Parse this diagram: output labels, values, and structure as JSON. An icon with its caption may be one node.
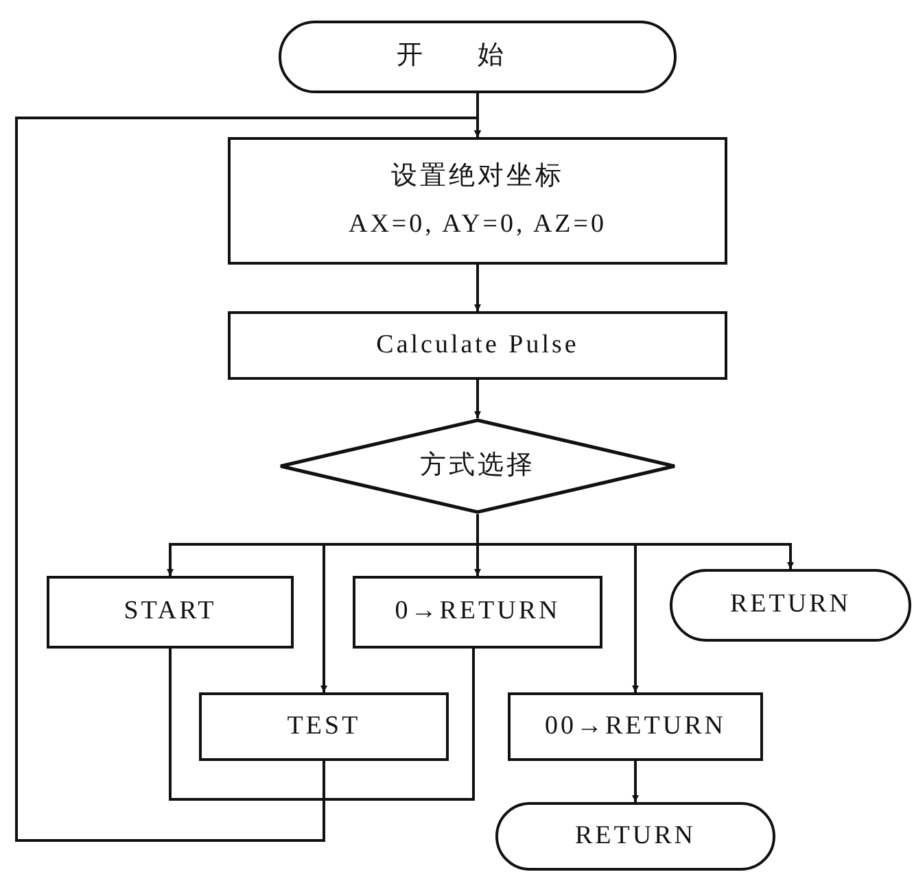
{
  "diagram": {
    "nodes": [
      {
        "text": [
          "开始"
        ]
      },
      {
        "text": [
          "设置绝对坐标",
          "AX=0, AY=0, AZ=0"
        ]
      },
      {
        "text": [
          "Calculate Pulse"
        ]
      },
      {
        "text": [
          "方式选择"
        ]
      },
      {
        "text": [
          "START"
        ]
      },
      {
        "text": [
          "0→RETURN"
        ]
      },
      {
        "text": [
          "RETURN"
        ]
      },
      {
        "text": [
          "TEST"
        ]
      },
      {
        "text": [
          "00→RETURN"
        ]
      },
      {
        "text": [
          "RETURN"
        ]
      }
    ],
    "edges": [
      {
        "from": 0,
        "to": 1,
        "arrow": "to"
      },
      {
        "from": 1,
        "to": 2,
        "arrow": "to"
      },
      {
        "from": 2,
        "to": 3,
        "arrow": "to"
      },
      {
        "from": 3,
        "to": 4,
        "arrow": "to"
      },
      {
        "from": 3,
        "to": 7,
        "arrow": "to"
      },
      {
        "from": 3,
        "to": 5,
        "arrow": "to"
      },
      {
        "from": 3,
        "to": 8,
        "arrow": "to"
      },
      {
        "from": 3,
        "to": 6,
        "arrow": "to"
      },
      {
        "from": 8,
        "to": 9,
        "arrow": "to"
      },
      {
        "from": 4,
        "to": 1,
        "arrow": "to"
      },
      {
        "from": 5,
        "to": 1,
        "arrow": "to"
      },
      {
        "from": 7,
        "to": 1,
        "arrow": "to"
      }
    ]
  }
}
